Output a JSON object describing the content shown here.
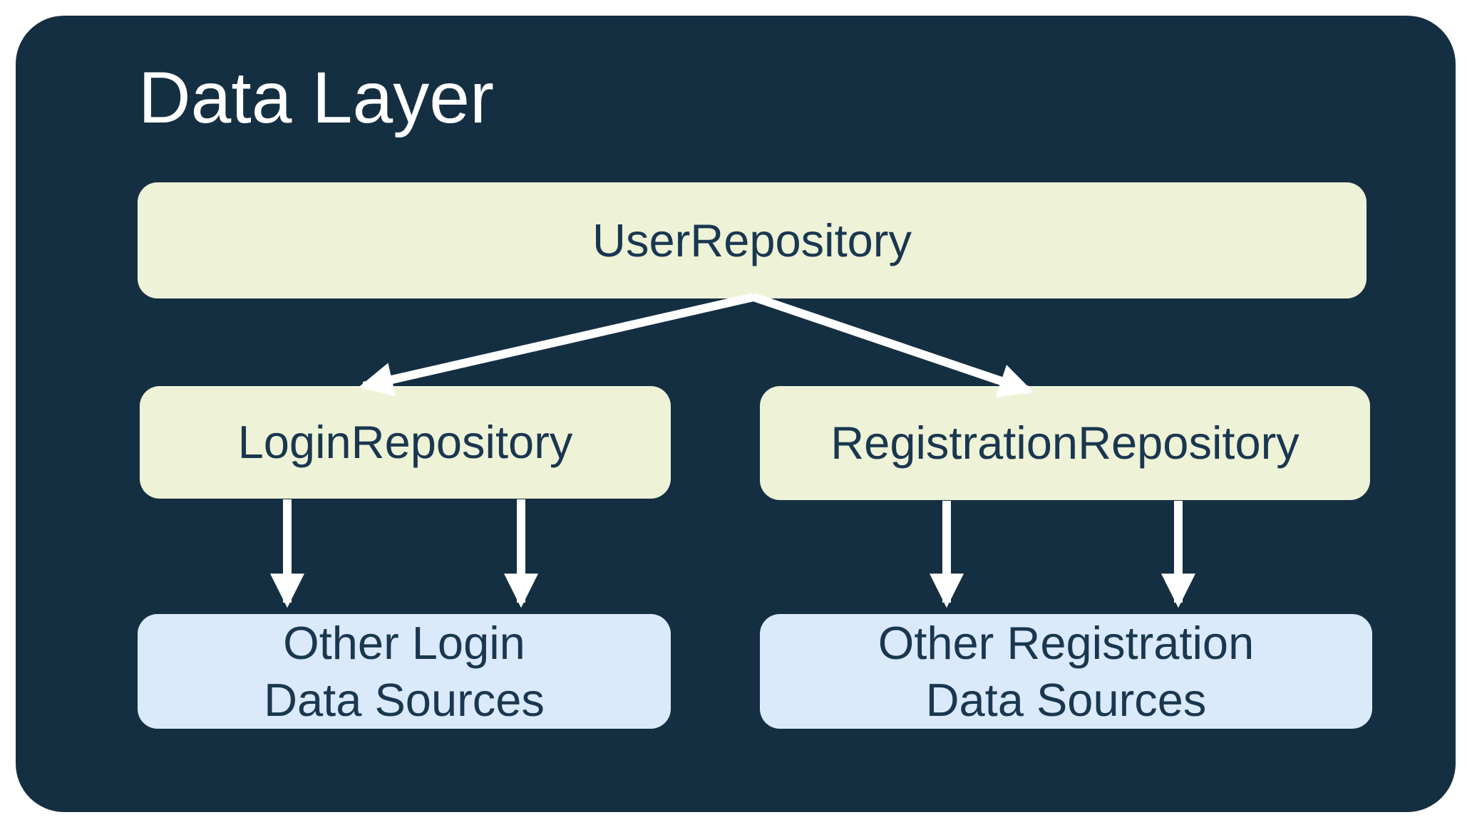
{
  "title": "Data Layer",
  "nodes": {
    "user_repository": {
      "label": "UserRepository"
    },
    "login_repository": {
      "label": "LoginRepository"
    },
    "registration_repository": {
      "label": "RegistrationRepository"
    },
    "other_login_sources": {
      "lines": [
        "Other Login",
        "Data Sources"
      ]
    },
    "other_registration_sources": {
      "lines": [
        "Other Registration",
        "Data Sources"
      ]
    }
  },
  "edges": [
    {
      "from": "UserRepository",
      "to": "LoginRepository"
    },
    {
      "from": "UserRepository",
      "to": "RegistrationRepository"
    },
    {
      "from": "LoginRepository",
      "to": "Other Login Data Sources"
    },
    {
      "from": "LoginRepository",
      "to": "Other Login Data Sources"
    },
    {
      "from": "RegistrationRepository",
      "to": "Other Registration Data Sources"
    },
    {
      "from": "RegistrationRepository",
      "to": "Other Registration Data Sources"
    }
  ],
  "colors": {
    "canvas": "#ffffff",
    "container": "#152f42",
    "repository_box": "#eef3d7",
    "data_source_box": "#daeafb",
    "text_dark": "#1a3750",
    "title_text": "#ffffff",
    "arrow": "#ffffff"
  }
}
